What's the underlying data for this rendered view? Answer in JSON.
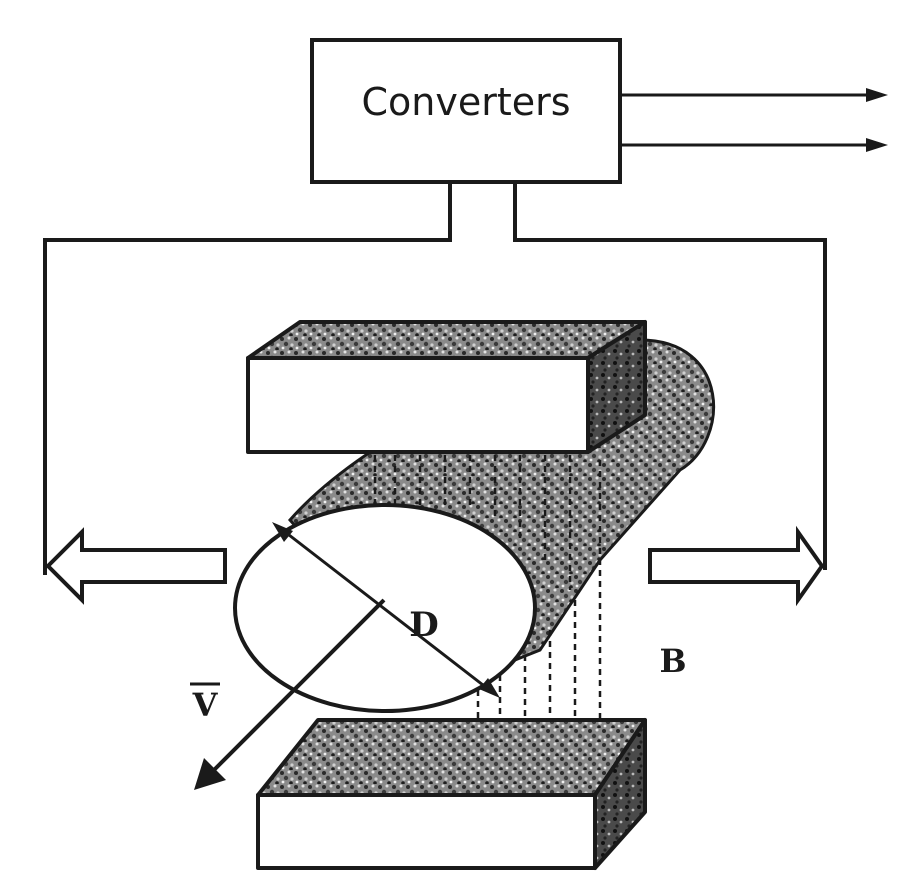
{
  "converter": {
    "label": "Converters"
  },
  "labels": {
    "diameter": "D",
    "velocity": "V",
    "field": "B"
  },
  "colors": {
    "ink": "#1a1a1a",
    "paper": "#ffffff",
    "magnet_dark": "#222222",
    "magnet_mid": "#6e6e6e",
    "magnet_light": "#bdbdbd"
  }
}
